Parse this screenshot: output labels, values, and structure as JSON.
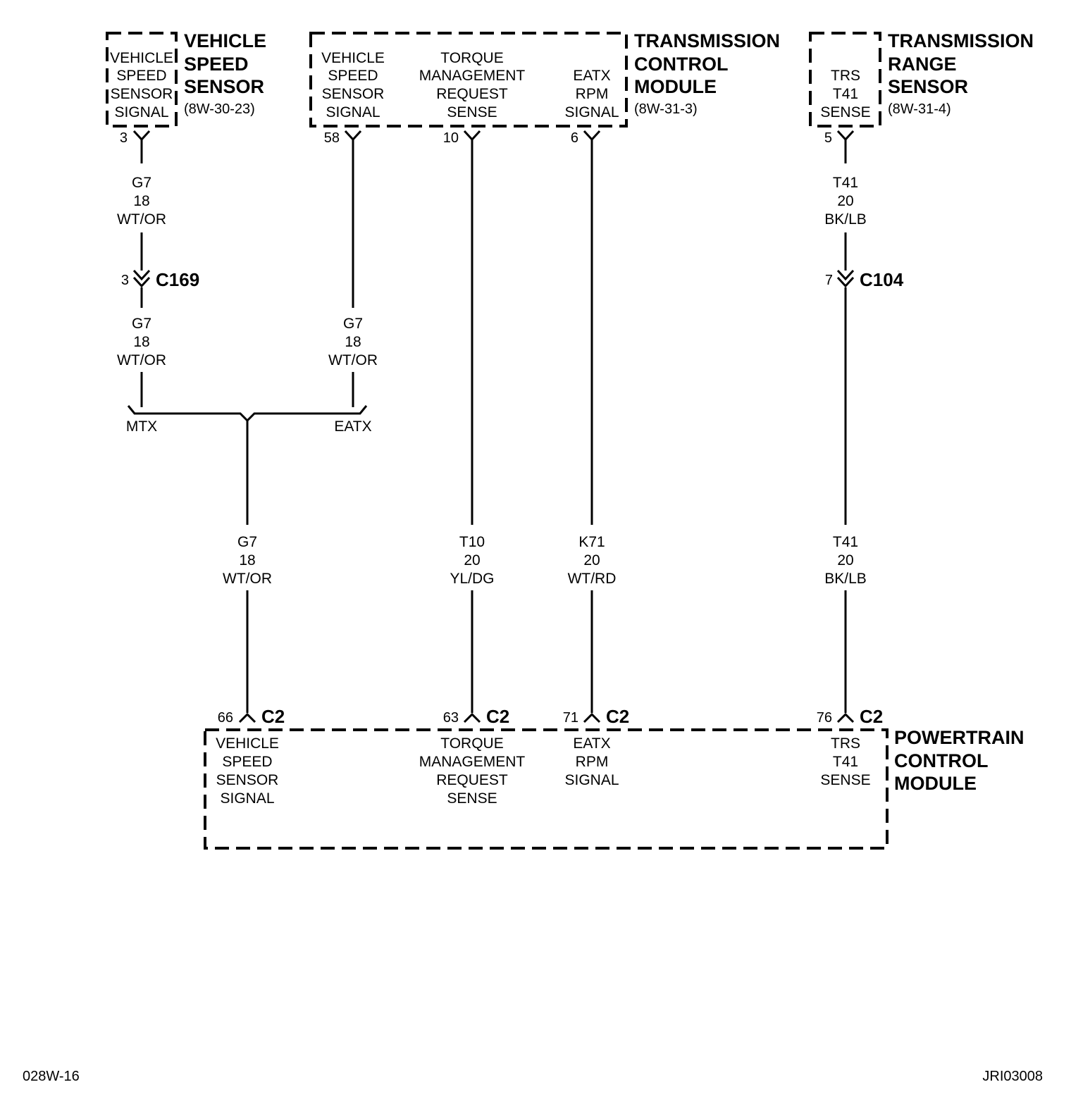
{
  "components": {
    "vss": {
      "title": [
        "VEHICLE",
        "SPEED",
        "SENSOR"
      ],
      "ref": "(8W-30-23)",
      "function": [
        "VEHICLE",
        "SPEED",
        "SENSOR",
        "SIGNAL"
      ],
      "pin": "3"
    },
    "tcm": {
      "title": [
        "TRANSMISSION",
        "CONTROL",
        "MODULE"
      ],
      "ref": "(8W-31-3)",
      "functions": {
        "vss_signal": {
          "text": [
            "VEHICLE",
            "SPEED",
            "SENSOR",
            "SIGNAL"
          ],
          "pin": "58"
        },
        "tmr_sense": {
          "text": [
            "TORQUE",
            "MANAGEMENT",
            "REQUEST",
            "SENSE"
          ],
          "pin": "10"
        },
        "eatx_rpm": {
          "text": [
            "EATX",
            "RPM",
            "SIGNAL"
          ],
          "pin": "6"
        }
      }
    },
    "trs": {
      "title": [
        "TRANSMISSION",
        "RANGE",
        "SENSOR"
      ],
      "ref": "(8W-31-4)",
      "function": [
        "TRS",
        "T41",
        "SENSE"
      ],
      "pin": "5"
    },
    "pcm": {
      "title": [
        "POWERTRAIN",
        "CONTROL",
        "MODULE"
      ],
      "connector": "C2",
      "functions": {
        "vss_signal": {
          "text": [
            "VEHICLE",
            "SPEED",
            "SENSOR",
            "SIGNAL"
          ],
          "pin": "66"
        },
        "tmr_sense": {
          "text": [
            "TORQUE",
            "MANAGEMENT",
            "REQUEST",
            "SENSE"
          ],
          "pin": "63"
        },
        "eatx_rpm": {
          "text": [
            "EATX",
            "RPM",
            "SIGNAL"
          ],
          "pin": "71"
        },
        "trs_sense": {
          "text": [
            "TRS",
            "T41",
            "SENSE"
          ],
          "pin": "76"
        }
      }
    }
  },
  "wires": {
    "vss_upper": [
      "G7",
      "18",
      "WT/OR"
    ],
    "vss_lower": [
      "G7",
      "18",
      "WT/OR"
    ],
    "tcm_vss": [
      "G7",
      "18",
      "WT/OR"
    ],
    "pcm_vss": [
      "G7",
      "18",
      "WT/OR"
    ],
    "t10": [
      "T10",
      "20",
      "YL/DG"
    ],
    "k71": [
      "K71",
      "20",
      "WT/RD"
    ],
    "trs_upper": [
      "T41",
      "20",
      "BK/LB"
    ],
    "trs_lower": [
      "T41",
      "20",
      "BK/LB"
    ]
  },
  "connectors": {
    "c169": {
      "name": "C169",
      "pin": "3"
    },
    "c104": {
      "name": "C104",
      "pin": "7"
    }
  },
  "splice": {
    "left": "MTX",
    "right": "EATX"
  },
  "footer": {
    "left": "028W-16",
    "right": "JRI03008"
  }
}
